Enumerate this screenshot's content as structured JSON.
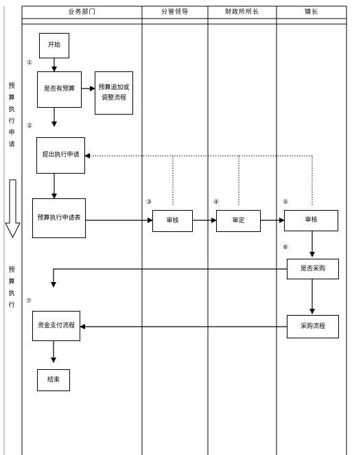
{
  "lanes": [
    "业务部门",
    "分管领导",
    "财政所所长",
    "镇长"
  ],
  "side_labels": [
    "预算执行申请",
    "预算执行"
  ],
  "nodes": {
    "start": "开始",
    "has_budget": "是否有预算",
    "budget_adjust": "预算追加或调整流程",
    "submit": "提出执行申请",
    "form": "预算执行申请表",
    "review1": "审核",
    "approve": "审定",
    "review2": "审核",
    "procure_q": "是否采购",
    "procure": "采购流程",
    "payment": "资金支付流程",
    "end": "结束"
  },
  "steps": [
    "①",
    "②",
    "③",
    "④",
    "⑤",
    "⑥",
    "⑦"
  ]
}
